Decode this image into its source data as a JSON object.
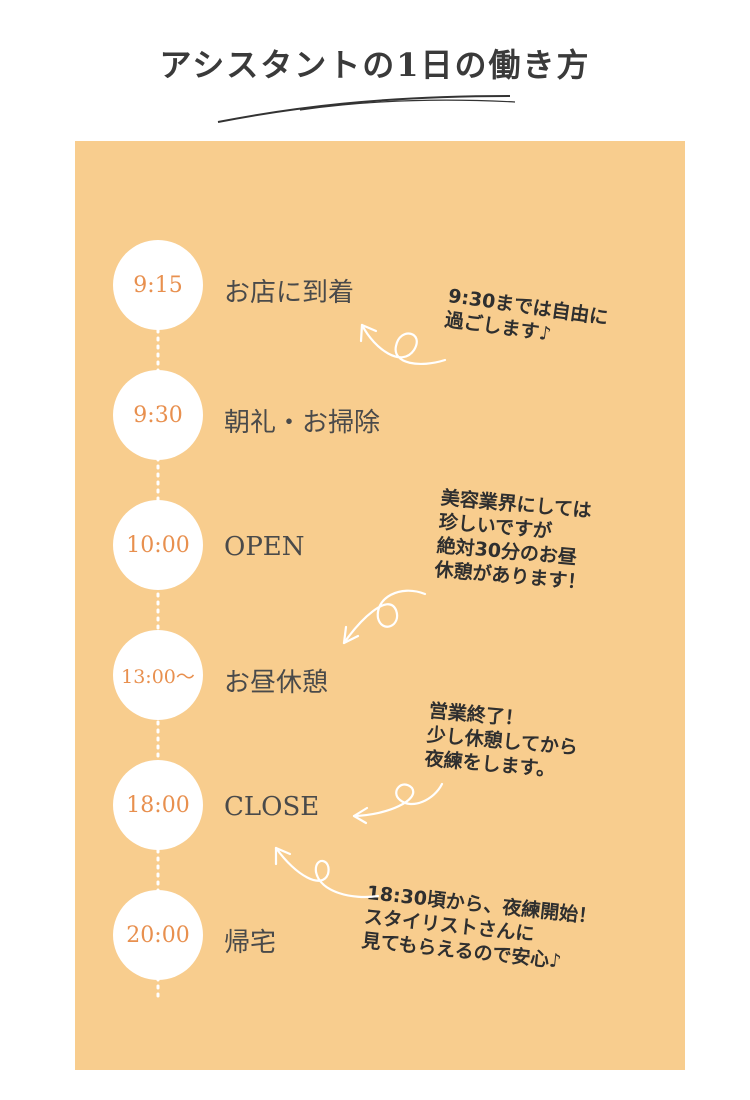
{
  "title": "アシスタントの1日の働き方",
  "schedule": [
    {
      "time": "9:15",
      "label": "お店に到着"
    },
    {
      "time": "9:30",
      "label": "朝礼・お掃除"
    },
    {
      "time": "10:00",
      "label": "OPEN"
    },
    {
      "time": "13:00〜",
      "label": "お昼休憩"
    },
    {
      "time": "18:00",
      "label": "CLOSE"
    },
    {
      "time": "20:00",
      "label": "帰宅"
    }
  ],
  "notes": [
    "9:30までは自由に\n過ごします♪",
    "美容業界にしては\n珍しいですが\n絶対30分のお昼\n休憩があります！",
    "営業終了！\n少し休憩してから\n夜練をします。",
    "18:30頃から、夜練開始！\nスタイリストさんに\n見てもらえるので安心♪"
  ],
  "colors": {
    "panel": "#f8cd8e",
    "time_text": "#e8904f",
    "label_text": "#4a4a4a",
    "arrow": "#ffffff"
  }
}
